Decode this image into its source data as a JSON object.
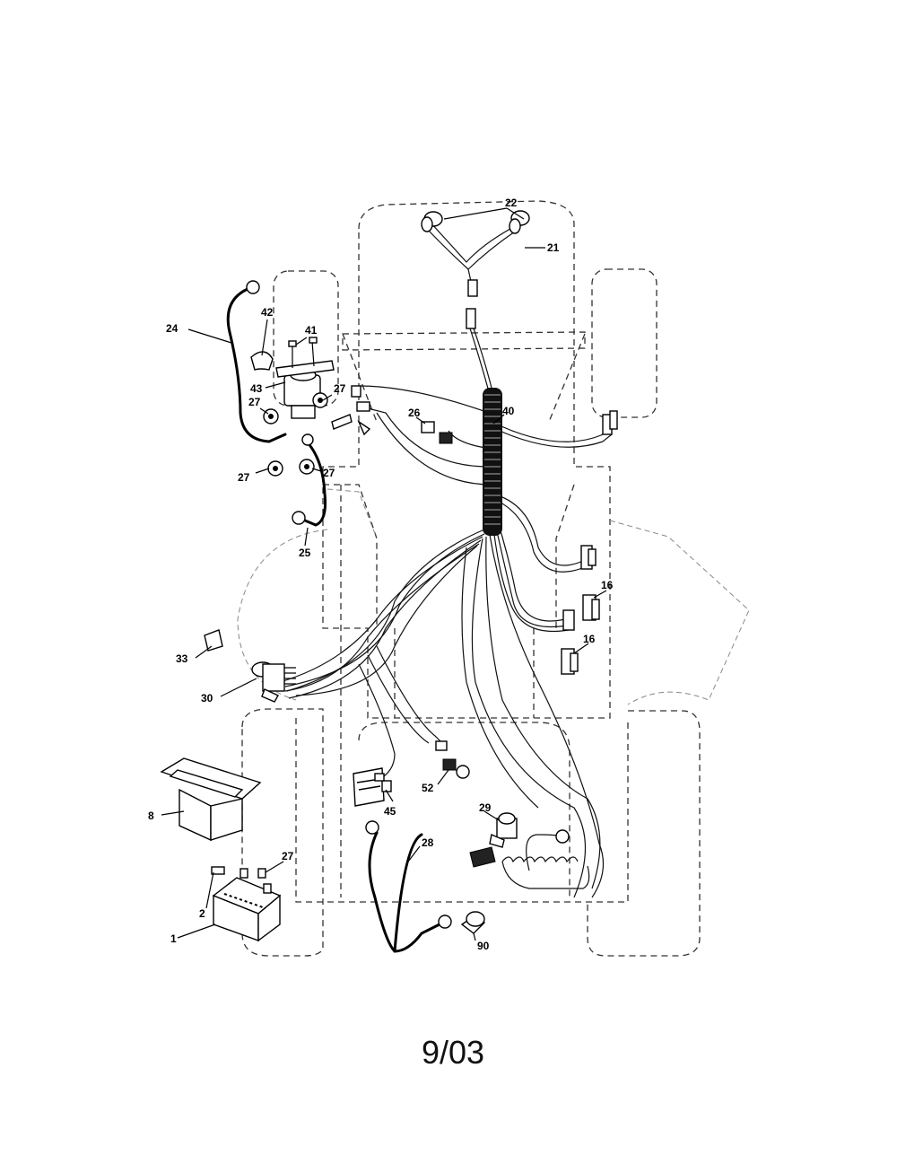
{
  "diagram": {
    "callouts": {
      "c22": "22",
      "c21": "21",
      "c24": "24",
      "c42": "42",
      "c41": "41",
      "c43": "43",
      "c27a": "27",
      "c27b": "27",
      "c27c": "27",
      "c27d": "27",
      "c27e": "27",
      "c26": "26",
      "c40": "40",
      "c25": "25",
      "c16a": "16",
      "c16b": "16",
      "c33": "33",
      "c30": "30",
      "c8": "8",
      "c45": "45",
      "c52": "52",
      "c29": "29",
      "c28": "28",
      "c2": "2",
      "c1": "1",
      "c90": "90"
    },
    "date_code": "9/03"
  }
}
